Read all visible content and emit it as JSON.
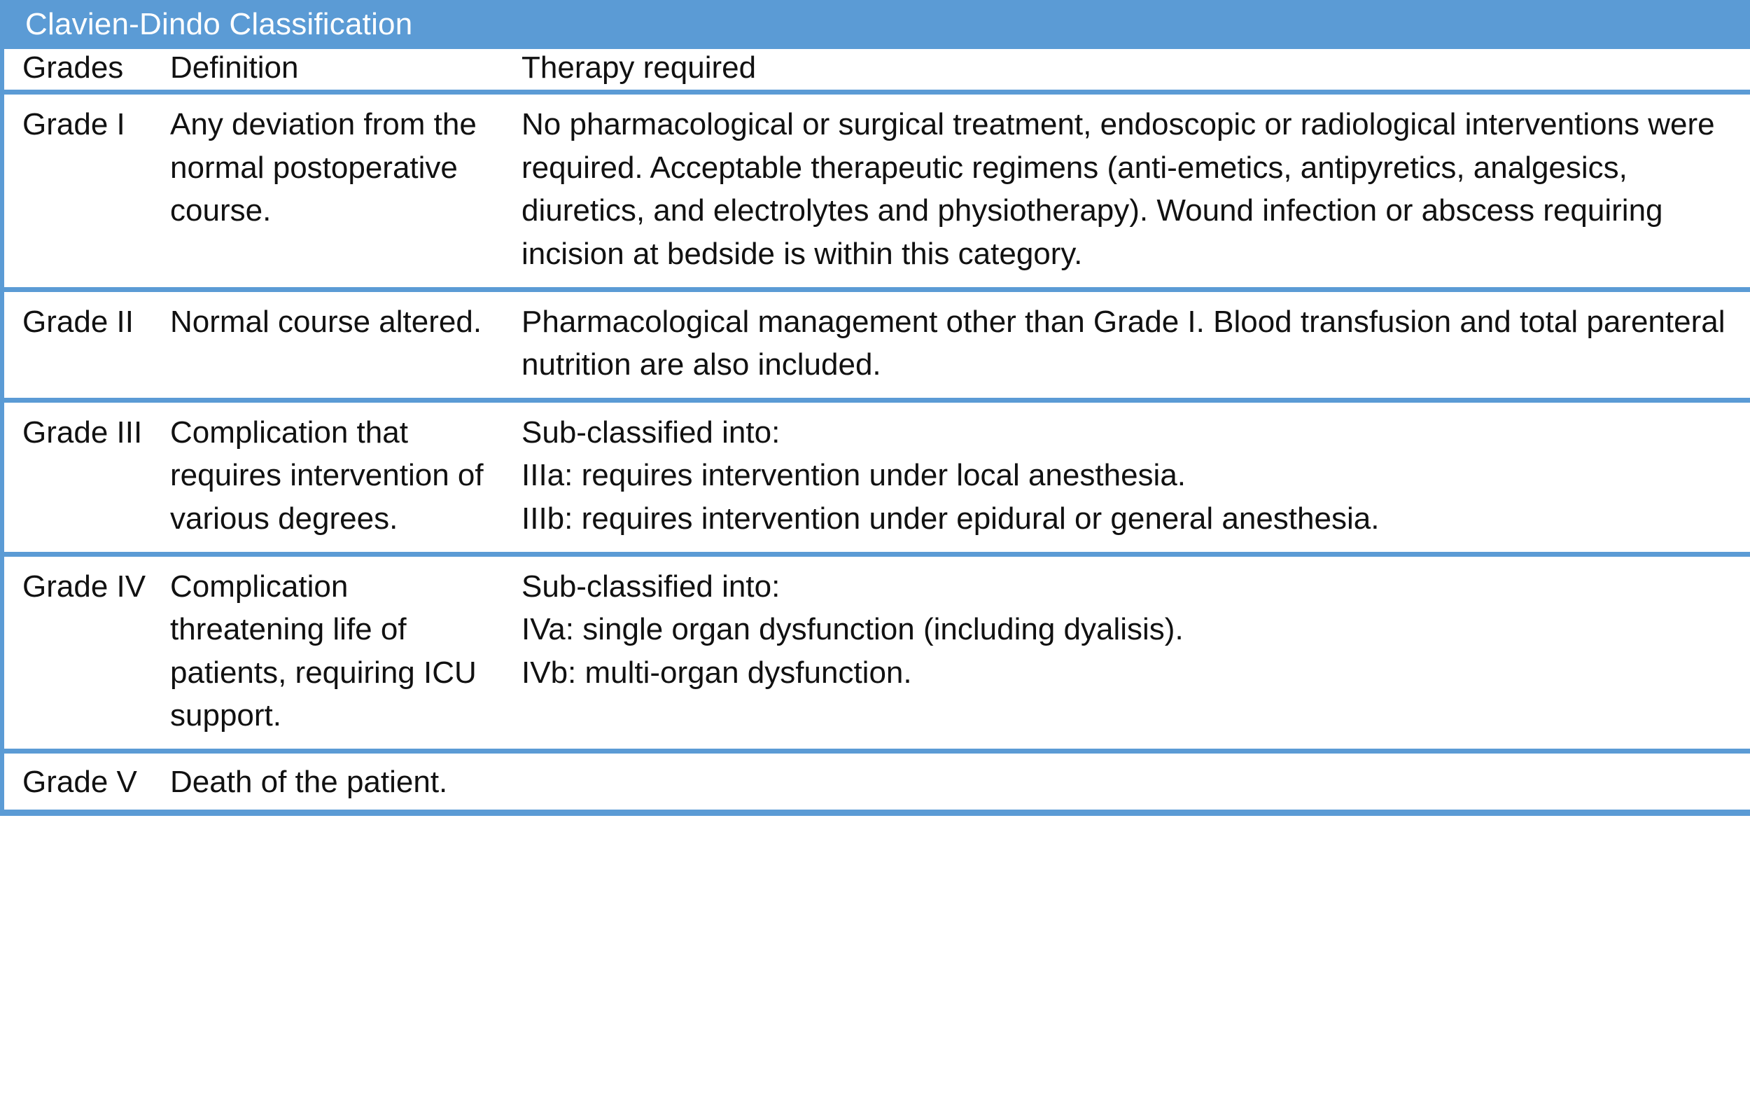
{
  "table": {
    "title": "Clavien-Dindo Classification",
    "accent_color": "#5B9BD5",
    "header_text_color": "#FFFFFF",
    "body_text_color": "#111111",
    "background_color": "#FFFFFF",
    "columns": [
      {
        "key": "grades",
        "label": "Grades"
      },
      {
        "key": "definition",
        "label": "Definition"
      },
      {
        "key": "therapy",
        "label": "Therapy required"
      }
    ],
    "rows": [
      {
        "grade": "Grade I",
        "definition": "Any deviation from the normal postoperative course.",
        "therapy": "No pharmacological or surgical treatment, endoscopic or radiological interventions were required. Acceptable therapeutic regimens (anti-emetics, antipyretics, analgesics, diuretics, and electrolytes and physiotherapy). Wound infection or abscess requiring incision at bedside is within this category."
      },
      {
        "grade": "Grade II",
        "definition": "Normal course altered.",
        "therapy": "Pharmacological management other than Grade I. Blood transfusion and total parenteral nutrition are also included."
      },
      {
        "grade": "Grade III",
        "definition": "Complication that requires intervention of various degrees.",
        "therapy_lines": [
          "Sub-classified into:",
          "IIIa: requires intervention under local anesthesia.",
          "IIIb: requires intervention under epidural or general anesthesia."
        ]
      },
      {
        "grade": "Grade IV",
        "definition": "Complication threatening life of patients, requiring ICU support.",
        "therapy_lines": [
          "Sub-classified into:",
          "IVa: single organ dysfunction (including dyalisis).",
          "IVb: multi-organ dysfunction."
        ]
      },
      {
        "grade": "Grade V",
        "definition": "Death of the patient.",
        "therapy": ""
      }
    ]
  }
}
